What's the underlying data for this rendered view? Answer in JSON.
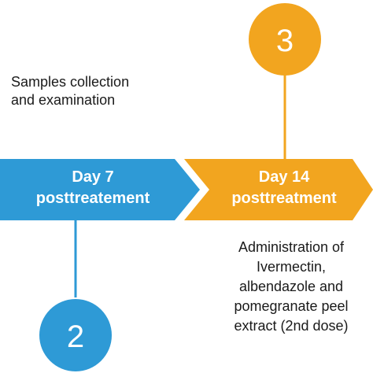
{
  "colors": {
    "blue": "#2e9ad6",
    "orange": "#f2a51f",
    "text": "#1a1a1a",
    "label_text": "#ffffff"
  },
  "steps": [
    {
      "number": "2",
      "color": "blue",
      "label_lines": [
        "Day 7",
        "posttreatement"
      ],
      "description_lines": [
        "Samples collection",
        "and examination"
      ]
    },
    {
      "number": "3",
      "color": "orange",
      "label_lines": [
        "Day 14",
        "posttreatment"
      ],
      "description_lines": [
        "Administration of",
        "Ivermectin,",
        "albendazole and",
        "pomegranate peel",
        "extract (2nd dose)"
      ]
    }
  ]
}
